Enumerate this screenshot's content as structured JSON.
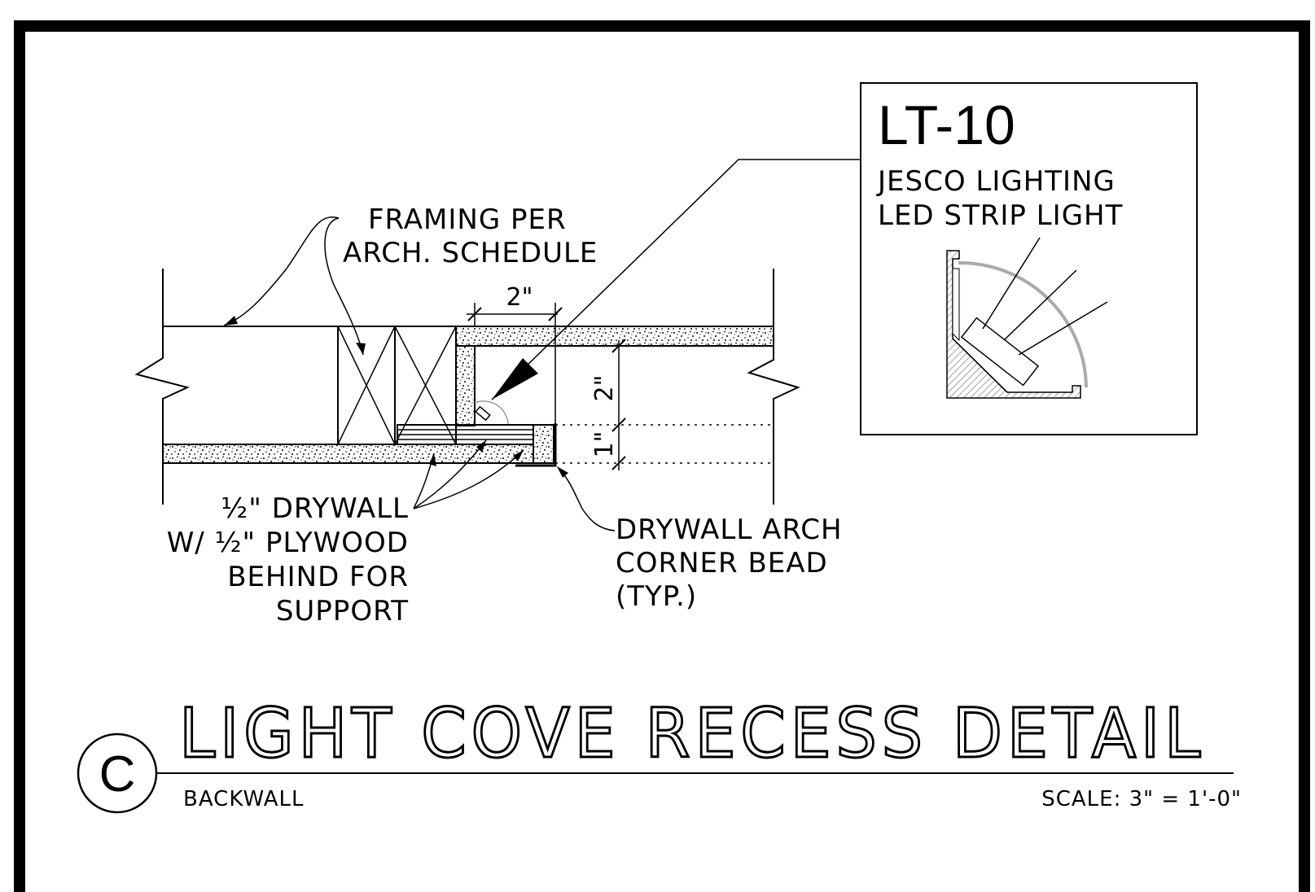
{
  "detail": {
    "tag_code": "LT-10",
    "fixture_line1": "JESCO LIGHTING",
    "fixture_line2": "LED STRIP LIGHT",
    "title": "LIGHT COVE RECESS DETAIL",
    "detail_letter": "C",
    "subtitle": "BACKWALL",
    "scale": "SCALE: 3\" = 1'-0\""
  },
  "labels": {
    "framing_line1": "FRAMING PER",
    "framing_line2": "ARCH. SCHEDULE",
    "drywall_line1": "½\" DRYWALL",
    "drywall_line2": "W/ ½\" PLYWOOD",
    "drywall_line3": "BEHIND FOR",
    "drywall_line4": "SUPPORT",
    "bead_line1": "DRYWALL ARCH",
    "bead_line2": "CORNER BEAD",
    "bead_line3": "(TYP.)"
  },
  "dimensions": {
    "width_top": "2\"",
    "height_upper": "2\"",
    "height_lower": "1\""
  }
}
